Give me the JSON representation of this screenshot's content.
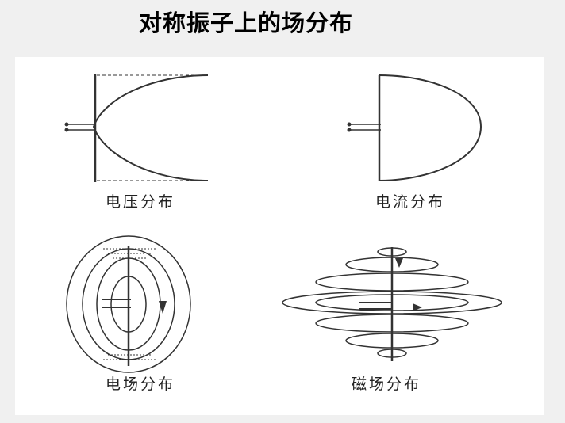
{
  "title": "对称振子上的场分布",
  "panels": [
    {
      "caption": "电压分布"
    },
    {
      "caption": "电流分布"
    },
    {
      "caption": "电场分布"
    },
    {
      "caption": "磁场分布"
    }
  ],
  "colors": {
    "background": "#f0f0f0",
    "panel": "#ffffff",
    "ink": "#333333"
  }
}
